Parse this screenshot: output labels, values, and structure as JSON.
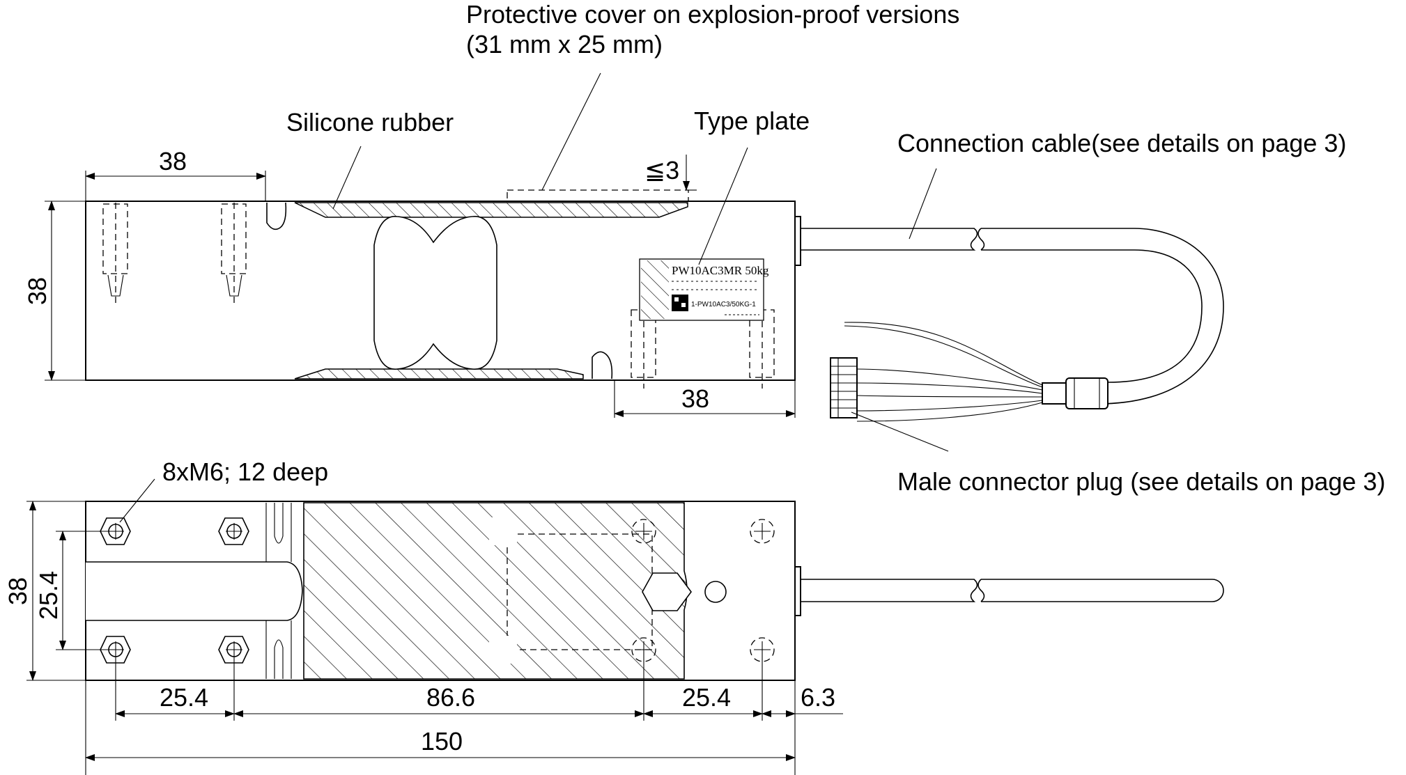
{
  "labels": {
    "protective_cover_line1": "Protective cover on explosion-proof versions",
    "protective_cover_line2": "(31 mm x 25 mm)",
    "silicone_rubber": "Silicone rubber",
    "type_plate": "Type plate",
    "connection_cable": "Connection cable(see details on page 3)",
    "male_connector_plug": "Male connector plug (see details on page 3)",
    "thread_holes": "8xM6; 12 deep"
  },
  "type_plate": {
    "model": "PW10AC3MR 50kg",
    "code": "1-PW10AC3/50KG-1"
  },
  "dimensions": {
    "top_left_width": "38",
    "top_height": "38",
    "top_right_width": "38",
    "max_cover_height": "≦3",
    "bottom_height": "38",
    "hole_spacing_vertical": "25.4",
    "hole_spacing_left": "25.4",
    "center_span": "86.6",
    "hole_spacing_right": "25.4",
    "end_offset": "6.3",
    "overall_length": "150"
  }
}
